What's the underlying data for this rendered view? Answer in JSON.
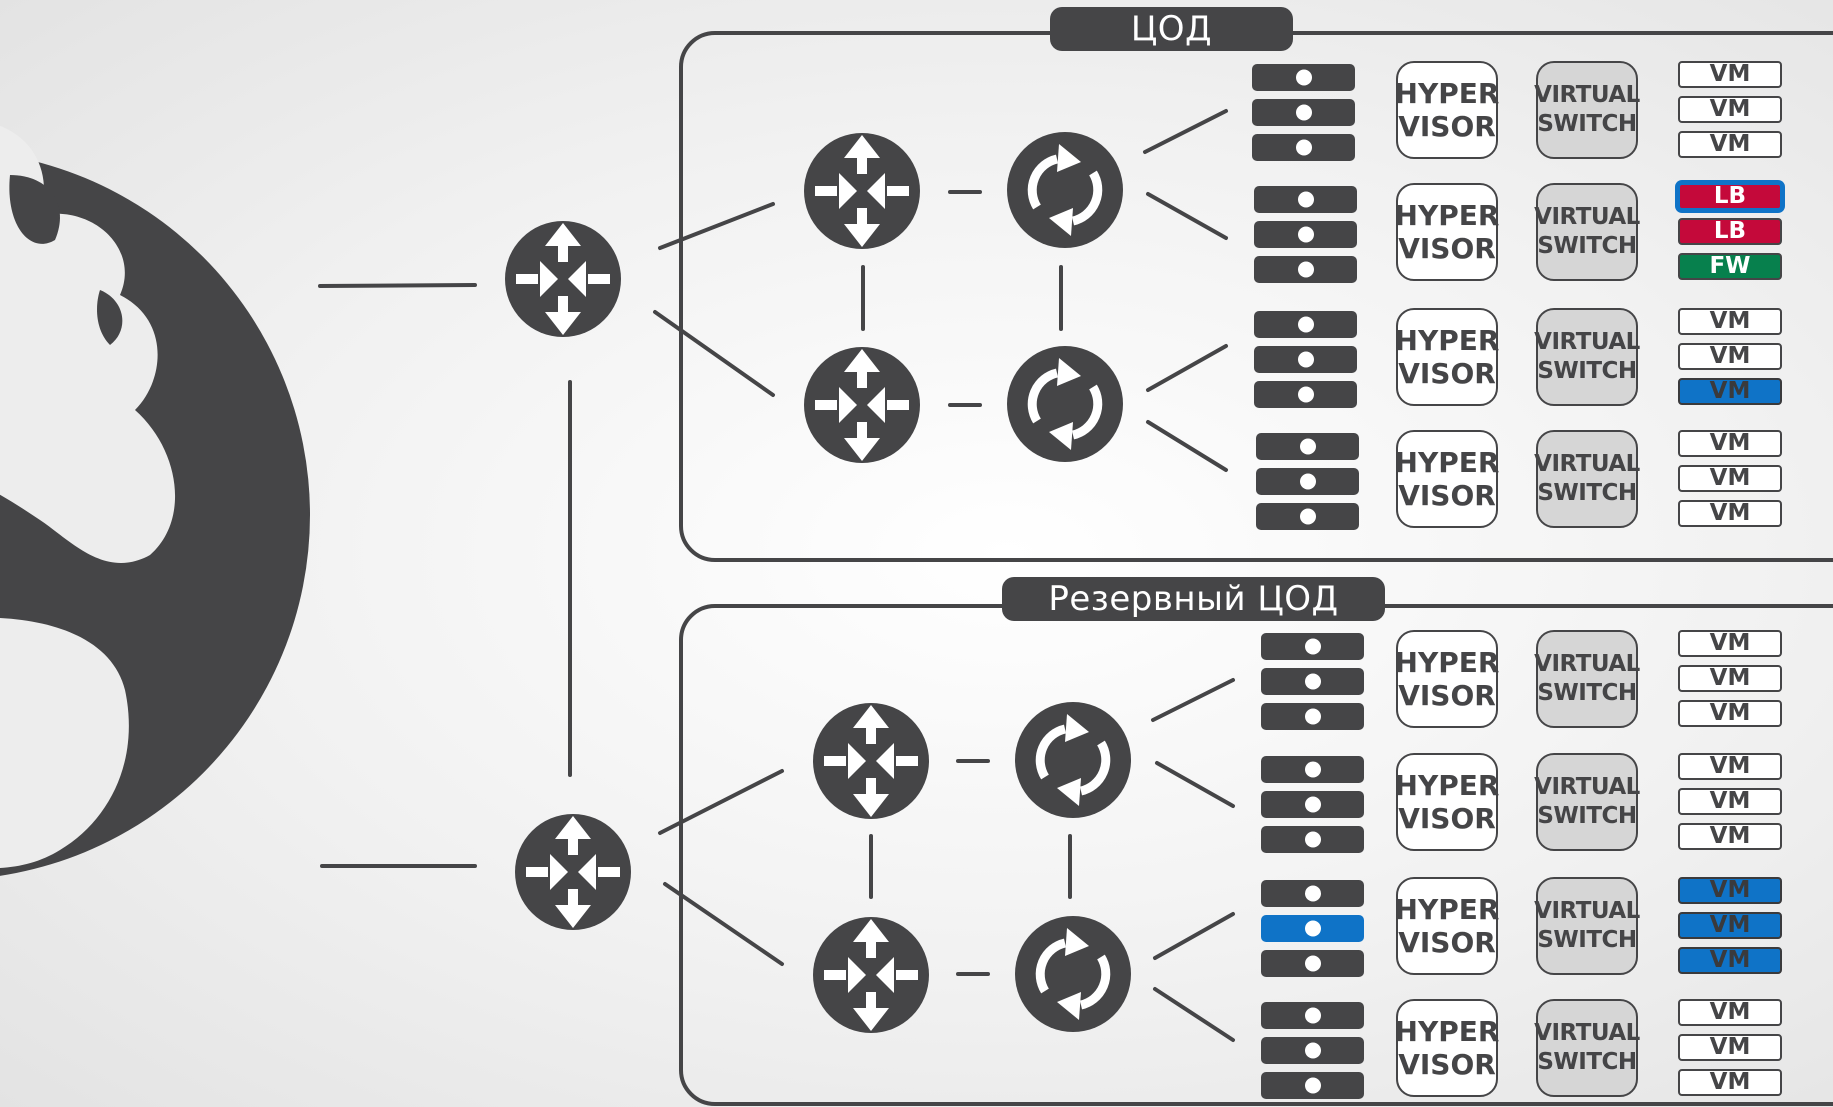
{
  "colors": {
    "dark": "#454547",
    "light": "#ffffff",
    "switch_fill": "#d6d6d6",
    "highlight_blue": "#0f73c7",
    "lb_red": "#c4093a",
    "fw_green": "#07804d"
  },
  "icons": {
    "globe": "globe-icon",
    "router": "router-icon",
    "switch": "sync-switch-icon",
    "server": "server-rack-icon"
  },
  "primary_dc": {
    "title": "ЦОД",
    "servers": [
      {
        "hypervisor": [
          "HYPER",
          "VISOR"
        ],
        "vswitch": [
          "VIRTUAL",
          "SWITCH"
        ],
        "vms": [
          {
            "label": "VM",
            "style": "plain"
          },
          {
            "label": "VM",
            "style": "plain"
          },
          {
            "label": "VM",
            "style": "plain"
          }
        ],
        "highlight_unit": -1
      },
      {
        "hypervisor": [
          "HYPER",
          "VISOR"
        ],
        "vswitch": [
          "VIRTUAL",
          "SWITCH"
        ],
        "vms": [
          {
            "label": "LB",
            "style": "red-selected"
          },
          {
            "label": "LB",
            "style": "red"
          },
          {
            "label": "FW",
            "style": "green"
          }
        ],
        "highlight_unit": -1
      },
      {
        "hypervisor": [
          "HYPER",
          "VISOR"
        ],
        "vswitch": [
          "VIRTUAL",
          "SWITCH"
        ],
        "vms": [
          {
            "label": "VM",
            "style": "plain"
          },
          {
            "label": "VM",
            "style": "plain"
          },
          {
            "label": "VM",
            "style": "blue"
          }
        ],
        "highlight_unit": -1
      },
      {
        "hypervisor": [
          "HYPER",
          "VISOR"
        ],
        "vswitch": [
          "VIRTUAL",
          "SWITCH"
        ],
        "vms": [
          {
            "label": "VM",
            "style": "plain"
          },
          {
            "label": "VM",
            "style": "plain"
          },
          {
            "label": "VM",
            "style": "plain"
          }
        ],
        "highlight_unit": -1
      }
    ]
  },
  "backup_dc": {
    "title": "Резервный ЦОД",
    "servers": [
      {
        "hypervisor": [
          "HYPER",
          "VISOR"
        ],
        "vswitch": [
          "VIRTUAL",
          "SWITCH"
        ],
        "vms": [
          {
            "label": "VM",
            "style": "plain"
          },
          {
            "label": "VM",
            "style": "plain"
          },
          {
            "label": "VM",
            "style": "plain"
          }
        ],
        "highlight_unit": -1
      },
      {
        "hypervisor": [
          "HYPER",
          "VISOR"
        ],
        "vswitch": [
          "VIRTUAL",
          "SWITCH"
        ],
        "vms": [
          {
            "label": "VM",
            "style": "plain"
          },
          {
            "label": "VM",
            "style": "plain"
          },
          {
            "label": "VM",
            "style": "plain"
          }
        ],
        "highlight_unit": -1
      },
      {
        "hypervisor": [
          "HYPER",
          "VISOR"
        ],
        "vswitch": [
          "VIRTUAL",
          "SWITCH"
        ],
        "vms": [
          {
            "label": "VM",
            "style": "blue"
          },
          {
            "label": "VM",
            "style": "blue"
          },
          {
            "label": "VM",
            "style": "blue"
          }
        ],
        "highlight_unit": 1
      },
      {
        "hypervisor": [
          "HYPER",
          "VISOR"
        ],
        "vswitch": [
          "VIRTUAL",
          "SWITCH"
        ],
        "vms": [
          {
            "label": "VM",
            "style": "plain"
          },
          {
            "label": "VM",
            "style": "plain"
          },
          {
            "label": "VM",
            "style": "plain"
          }
        ],
        "highlight_unit": -1
      }
    ]
  }
}
